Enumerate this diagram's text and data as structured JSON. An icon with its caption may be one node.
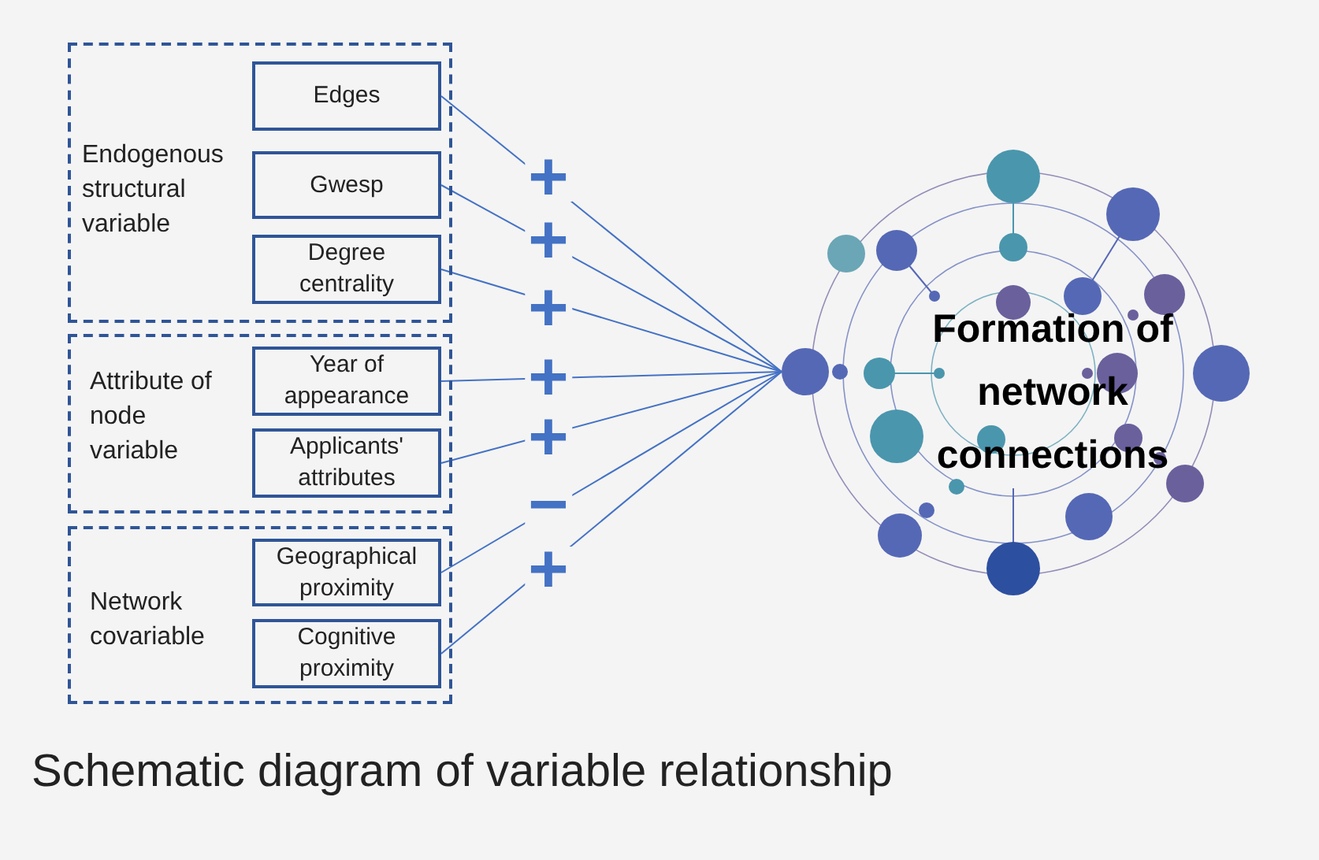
{
  "diagram": {
    "caption": "Schematic diagram of variable relationship",
    "nodes": [
      {
        "text": [
          "Endogenous structural variable"
        ]
      },
      {
        "text": [
          "Edges"
        ],
        "in": 0
      },
      {
        "text": [
          "Gwesp"
        ],
        "in": 0
      },
      {
        "text": [
          "Degree centrality"
        ],
        "in": 0
      },
      {
        "text": [
          "Attribute of node variable"
        ]
      },
      {
        "text": [
          "Year of appearance"
        ],
        "in": 4
      },
      {
        "text": [
          "Applicants' attributes"
        ],
        "in": 4
      },
      {
        "text": [
          "Network covariable"
        ]
      },
      {
        "text": [
          "Geographical proximity"
        ],
        "in": 7
      },
      {
        "text": [
          "Cognitive proximity"
        ],
        "in": 7
      },
      {
        "text": [],
        "shape": "circle"
      },
      {
        "text": [
          "Formation of network connections"
        ]
      }
    ],
    "edges": [
      {
        "from": 1,
        "to": 10,
        "arrow": "none",
        "label": "+"
      },
      {
        "from": 2,
        "to": 10,
        "arrow": "none",
        "label": "+"
      },
      {
        "from": 3,
        "to": 10,
        "arrow": "none",
        "label": "+"
      },
      {
        "from": 5,
        "to": 10,
        "arrow": "none",
        "label": "+"
      },
      {
        "from": 6,
        "to": 10,
        "arrow": "none",
        "label": "+"
      },
      {
        "from": 8,
        "to": 10,
        "arrow": "none",
        "label": "−"
      },
      {
        "from": 9,
        "to": 10,
        "arrow": "none",
        "label": "+"
      }
    ]
  }
}
